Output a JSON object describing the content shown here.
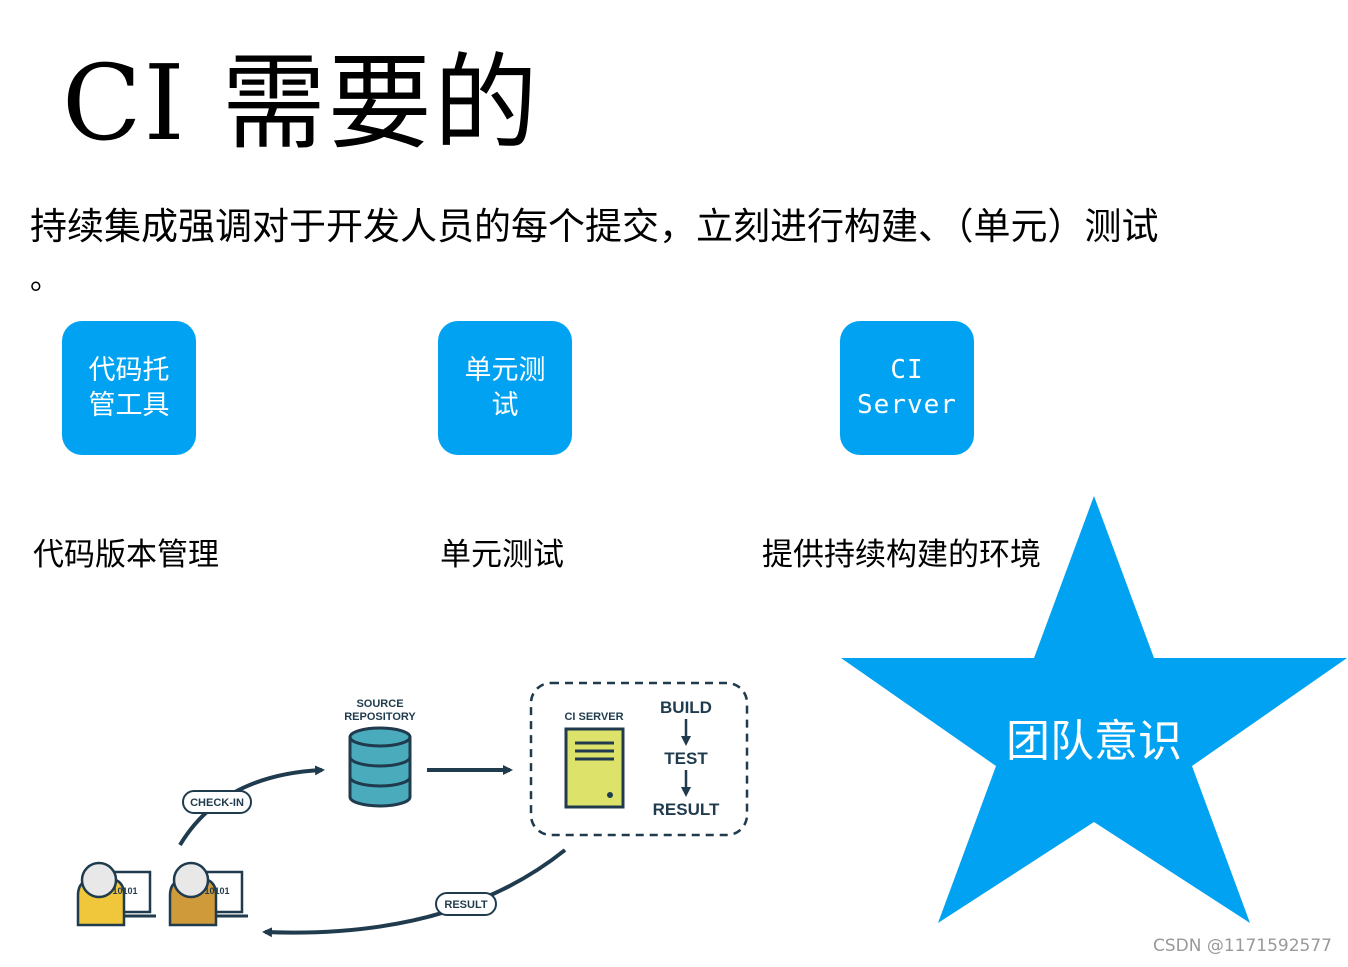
{
  "title": "CI 需要的",
  "subtitle": "持续集成强调对于开发人员的每个提交，立刻进行构建、（单元）测试",
  "subtitle_tail": "。",
  "boxes": [
    {
      "lines": [
        "代码托",
        "管工具"
      ]
    },
    {
      "lines": [
        "单元测",
        "试"
      ]
    },
    {
      "lines": [
        "CI",
        "Server"
      ]
    }
  ],
  "captions": [
    "代码版本管理",
    "单元测试",
    "提供持续构建的环境"
  ],
  "diagram": {
    "source_repository": [
      "SOURCE",
      "REPOSITORY"
    ],
    "ci_server": "CI SERVER",
    "steps": [
      "BUILD",
      "TEST",
      "RESULT"
    ],
    "check_in": "CHECK-IN",
    "result": "RESULT",
    "binary": "10101"
  },
  "star_label": "团队意识",
  "watermark": "CSDN @1171592577",
  "colors": {
    "accent": "#00a2f1",
    "database": "#4aabbc",
    "server": "#dde26a",
    "user_light": "#f0c63a",
    "user_dark": "#cf9a3a"
  }
}
